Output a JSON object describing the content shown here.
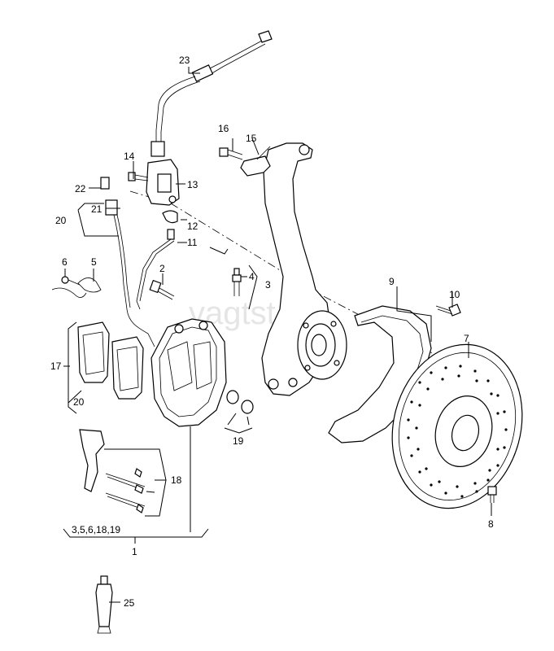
{
  "watermark": "vagtst.eu",
  "callouts": {
    "c1": "1",
    "c2": "2",
    "c3": "3",
    "c4": "4",
    "c5": "5",
    "c6": "6",
    "c7": "7",
    "c8": "8",
    "c9": "9",
    "c10": "10",
    "c11": "11",
    "c12": "12",
    "c13": "13",
    "c14": "14",
    "c15": "15",
    "c16": "16",
    "c17": "17",
    "c18": "18",
    "c19": "19",
    "c20a": "20",
    "c20b": "20",
    "c21": "21",
    "c22": "22",
    "c23": "23",
    "c25": "25",
    "kit": "3,5,6,18,19"
  }
}
